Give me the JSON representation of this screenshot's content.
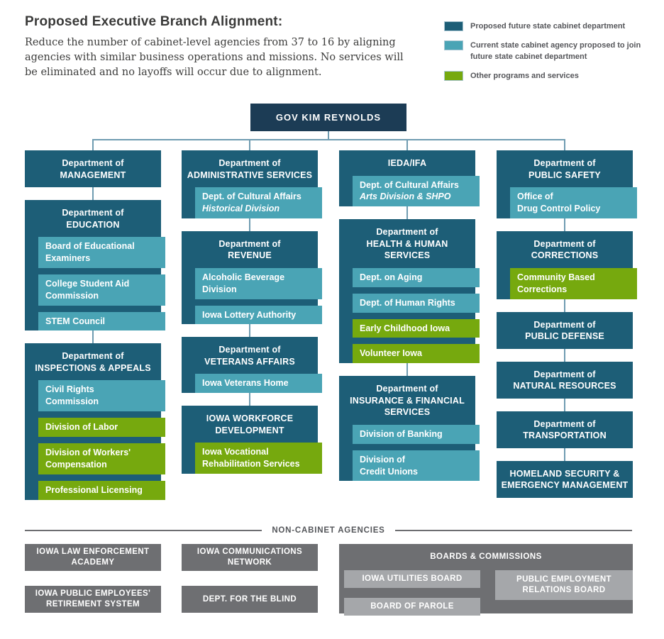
{
  "header": {
    "title": "Proposed Executive Branch Alignment:",
    "description": "Reduce the number of cabinet-level agencies from 37 to 16 by aligning agencies with similar business operations and missions. No services will be eliminated and no layoffs will occur due to alignment."
  },
  "legend": {
    "items": [
      {
        "color": "#1d5e77",
        "label": "Proposed future state cabinet department"
      },
      {
        "color": "#4aa4b5",
        "label": "Current state cabinet agency proposed to join future state cabinet department"
      },
      {
        "color": "#76a90e",
        "label": "Other programs and services"
      }
    ]
  },
  "governor": {
    "label": "GOV KIM REYNOLDS"
  },
  "columns": [
    {
      "groups": [
        {
          "header": [
            "Department of",
            "MANAGEMENT"
          ],
          "children": []
        },
        {
          "header": [
            "Department of",
            "EDUCATION"
          ],
          "children": [
            {
              "type": "joined",
              "lines": [
                "Board of Educational",
                "Examiners"
              ]
            },
            {
              "type": "joined",
              "lines": [
                "College Student Aid",
                "Commission"
              ]
            },
            {
              "type": "joined",
              "lines": [
                "STEM Council"
              ]
            }
          ]
        },
        {
          "header": [
            "Department of",
            "INSPECTIONS & APPEALS"
          ],
          "children": [
            {
              "type": "joined",
              "lines": [
                "Civil Rights",
                "Commission"
              ]
            },
            {
              "type": "other",
              "lines": [
                "Division of Labor"
              ]
            },
            {
              "type": "other",
              "lines": [
                "Division of Workers'",
                "Compensation"
              ]
            },
            {
              "type": "other",
              "lines": [
                "Professional Licensing"
              ]
            }
          ]
        }
      ]
    },
    {
      "groups": [
        {
          "header": [
            "Department of",
            "ADMINISTRATIVE SERVICES"
          ],
          "children": [
            {
              "type": "joined",
              "lines": [
                "Dept. of Cultural Affairs"
              ],
              "italic_lines": [
                "Historical Division"
              ]
            }
          ]
        },
        {
          "header": [
            "Department of",
            "REVENUE"
          ],
          "children": [
            {
              "type": "joined",
              "lines": [
                "Alcoholic Beverage",
                "Division"
              ]
            },
            {
              "type": "joined",
              "lines": [
                "Iowa Lottery Authority"
              ]
            }
          ]
        },
        {
          "header": [
            "Department of",
            "VETERANS AFFAIRS"
          ],
          "children": [
            {
              "type": "joined",
              "lines": [
                "Iowa Veterans Home"
              ]
            }
          ]
        },
        {
          "header": [
            "IOWA WORKFORCE",
            "DEVELOPMENT"
          ],
          "children": [
            {
              "type": "other",
              "lines": [
                "Iowa Vocational",
                "Rehabilitation Services"
              ]
            }
          ]
        }
      ]
    },
    {
      "groups": [
        {
          "header": [
            "IEDA/IFA"
          ],
          "children": [
            {
              "type": "joined",
              "lines": [
                "Dept. of Cultural Affairs"
              ],
              "italic_lines": [
                "Arts Division & SHPO"
              ]
            }
          ]
        },
        {
          "header": [
            "Department of",
            "HEALTH & HUMAN",
            "SERVICES"
          ],
          "children": [
            {
              "type": "joined",
              "lines": [
                "Dept. on Aging"
              ]
            },
            {
              "type": "joined",
              "lines": [
                "Dept. of Human Rights"
              ]
            },
            {
              "type": "other",
              "lines": [
                "Early Childhood Iowa"
              ]
            },
            {
              "type": "other",
              "lines": [
                "Volunteer Iowa"
              ]
            }
          ]
        },
        {
          "header": [
            "Department of",
            "INSURANCE & FINANCIAL",
            "SERVICES"
          ],
          "children": [
            {
              "type": "joined",
              "lines": [
                "Division of Banking"
              ]
            },
            {
              "type": "joined",
              "lines": [
                "Division of",
                "Credit Unions"
              ]
            }
          ]
        }
      ]
    },
    {
      "groups": [
        {
          "header": [
            "Department of",
            "PUBLIC SAFETY"
          ],
          "children": [
            {
              "type": "joined",
              "lines": [
                "Office of",
                "Drug Control Policy"
              ]
            }
          ]
        },
        {
          "header": [
            "Department of",
            "CORRECTIONS"
          ],
          "children": [
            {
              "type": "other",
              "lines": [
                "Community Based",
                "Corrections"
              ]
            }
          ]
        },
        {
          "header": [
            "Department of",
            "PUBLIC DEFENSE"
          ],
          "children": []
        },
        {
          "header": [
            "Department of",
            "NATURAL RESOURCES"
          ],
          "children": []
        },
        {
          "header": [
            "Department of",
            "TRANSPORTATION"
          ],
          "children": []
        },
        {
          "header": [
            "HOMELAND SECURITY &",
            "EMERGENCY MANAGEMENT"
          ],
          "children": []
        }
      ]
    }
  ],
  "non_cabinet": {
    "heading": "NON-CABINET AGENCIES",
    "agencies": [
      "IOWA LAW ENFORCEMENT ACADEMY",
      "IOWA COMMUNICATIONS NETWORK",
      "IOWA PUBLIC EMPLOYEES' RETIREMENT SYSTEM",
      "DEPT. FOR THE BLIND"
    ],
    "boards": {
      "heading": "BOARDS & COMMISSIONS",
      "items": [
        "IOWA UTILITIES BOARD",
        "BOARD OF PAROLE",
        "PUBLIC EMPLOYMENT RELATIONS BOARD"
      ]
    }
  },
  "colors": {
    "cabinet_department": "#1d5e77",
    "joined_agency": "#4aa4b5",
    "other_programs": "#76a90e",
    "governor_box": "#1c3c55",
    "connector_line": "#6f9cb1",
    "non_cabinet_box": "#6e6f72",
    "board_box": "#a5a7aa"
  }
}
